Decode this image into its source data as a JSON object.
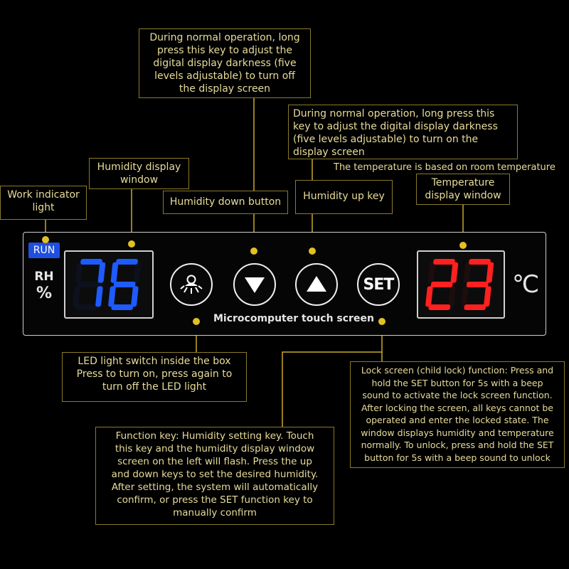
{
  "panel": {
    "run_label": "RUN",
    "rh_label": "RH",
    "percent_label": "%",
    "humidity_value": "76",
    "temperature_value": "23",
    "celsius_label": "℃",
    "caption": "Microcomputer touch screen",
    "set_label": "SET",
    "colors": {
      "humidity_digits": "#1e5bff",
      "temperature_digits": "#ff2020",
      "run_badge": "#1f4fe0",
      "callout_text": "#e8dc9a",
      "callout_border": "#8a7a2a",
      "leader": "#c9a92a"
    },
    "icons": [
      "led-light-icon",
      "triangle-down-icon",
      "triangle-up-icon"
    ]
  },
  "callouts": {
    "display_off": [
      "During normal operation, long",
      "press this key to adjust the",
      "digital display darkness (five",
      "levels adjustable) to turn off",
      "the display screen"
    ],
    "display_on": [
      "During normal operation, long press this",
      "key to adjust the digital display darkness",
      "(five levels adjustable) to turn on the",
      "display screen"
    ],
    "room_temp_note": "The temperature is based on room temperature",
    "humidity_window": [
      "Humidity display",
      "window"
    ],
    "work_indicator": [
      "Work indicator",
      "light"
    ],
    "humidity_down": "Humidity down button",
    "humidity_up": "Humidity up key",
    "temperature_window": [
      "Temperature",
      "display window"
    ],
    "led_switch": [
      "LED light switch inside the box",
      "Press to turn on, press again to",
      "turn off the LED light"
    ],
    "lock_screen": [
      "Lock screen (child lock) function: Press and",
      "hold the SET button for 5s with a beep",
      "sound to activate the lock screen function.",
      "After locking the screen, all keys cannot be",
      "operated and enter the locked state. The",
      "window displays humidity and temperature",
      "normally. To unlock, press and hold the SET",
      "button for 5s with a beep sound to unlock"
    ],
    "function_key": [
      "Function key: Humidity setting key. Touch",
      "this key and the humidity display window",
      "screen on the left will flash. Press the up",
      "and down keys to set the desired humidity.",
      "After setting, the system will automatically",
      "confirm, or press the SET function key to",
      "manually confirm"
    ]
  }
}
